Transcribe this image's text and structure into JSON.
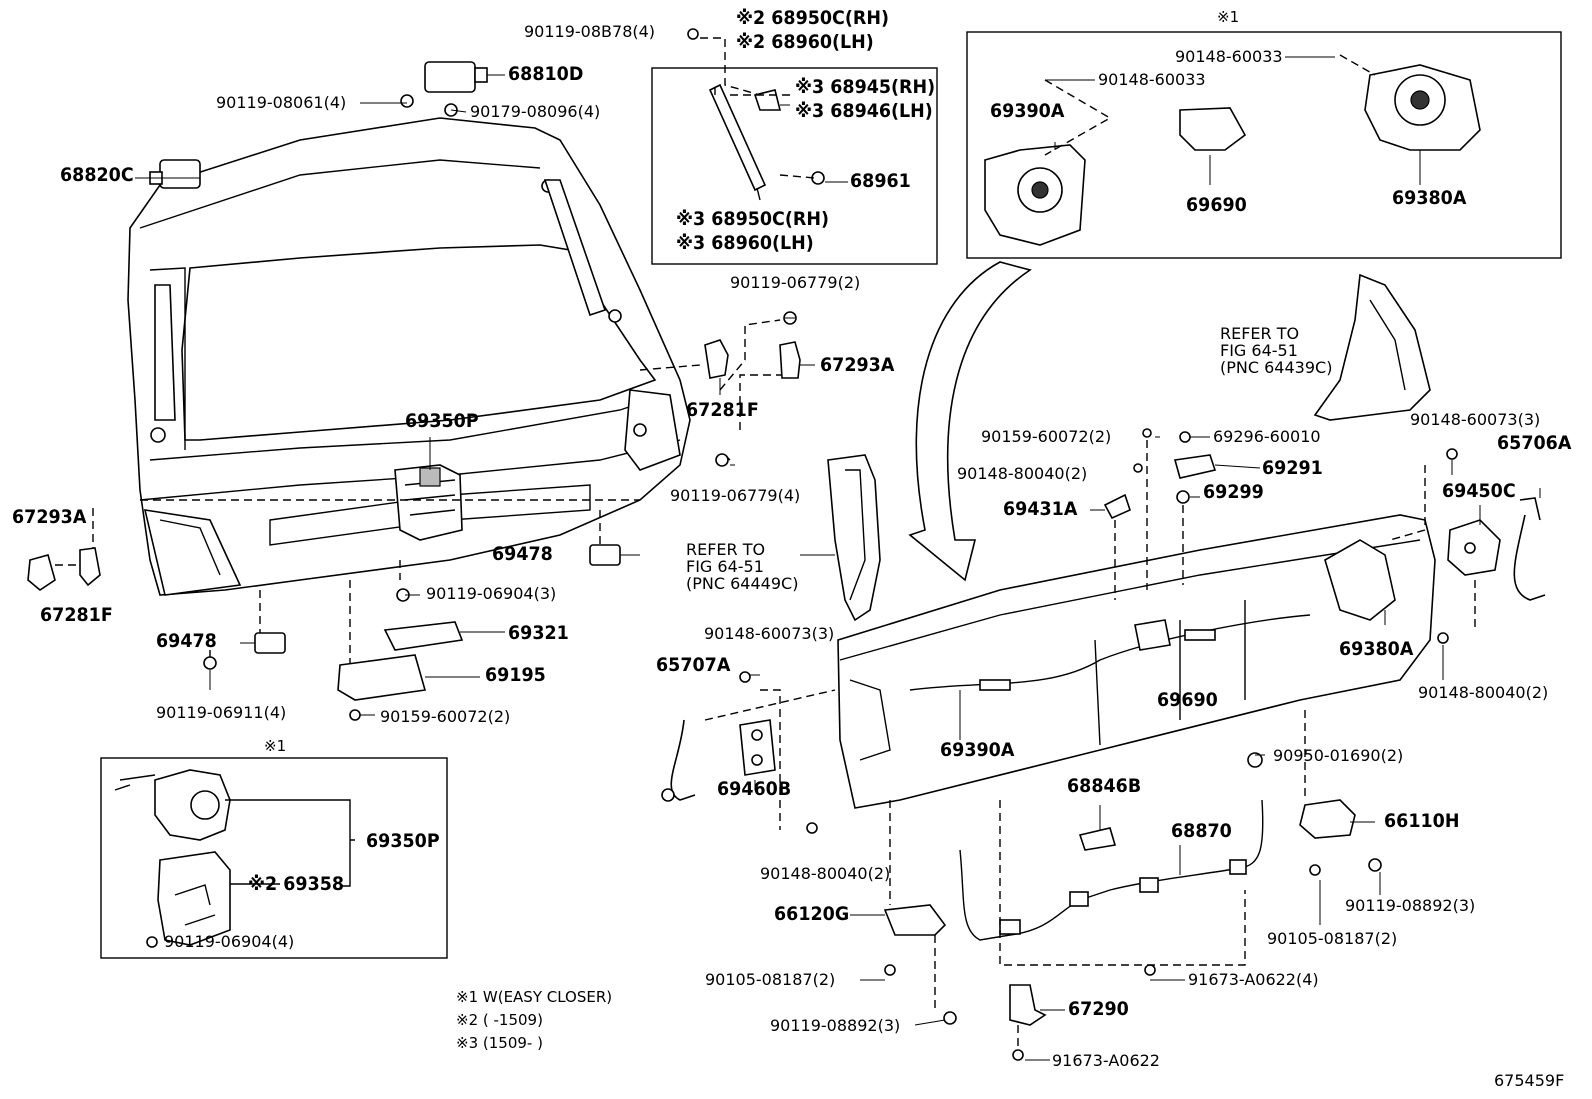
{
  "diagram": {
    "ref_code": "675459F",
    "notes": [
      "※1 W(EASY CLOSER)",
      "※2 (      -1509)",
      "※3 (1509-      )"
    ],
    "box_labels": {
      "top_box": "※1",
      "bottom_box": "※1"
    },
    "refer_left": [
      "REFER TO",
      "FIG 64-51",
      "(PNC 64449C)"
    ],
    "refer_right": [
      "REFER TO",
      "FIG 64-51",
      "(PNC 64439C)"
    ],
    "callouts": {
      "p1": "90119-08B78(4)",
      "p2": "※2 68950C(RH)",
      "p3": "※2 68960(LH)",
      "p4": "68810D",
      "p5": "90119-08061(4)",
      "p6": "90179-08096(4)",
      "p7": "68820C",
      "p8": "※3 68945(RH)",
      "p9": "※3 68946(LH)",
      "p10": "68961",
      "p11": "※3 68950C(RH)",
      "p12": "※3 68960(LH)",
      "p13": "90148-60033",
      "p14": "90148-60033",
      "p15": "69390A",
      "p16": "69690",
      "p17": "69380A",
      "p18": "90119-06779(2)",
      "p19": "67293A",
      "p20": "67281F",
      "p21": "69350P",
      "p22": "90119-06779(4)",
      "p23": "67293A",
      "p24": "67281F",
      "p25": "69478",
      "p26": "90119-06904(3)",
      "p27": "69478",
      "p28": "69321",
      "p29": "69195",
      "p30": "90119-06911(4)",
      "p31": "90159-60072(2)",
      "p32": "69350P",
      "p33": "※2 69358",
      "p34": "90119-06904(4)",
      "p35": "90159-60072(2)",
      "p36": "69296-60010",
      "p37": "90148-80040(2)",
      "p38": "69291",
      "p39": "69299",
      "p40": "69431A",
      "p41": "90148-60073(3)",
      "p42": "65706A",
      "p43": "69450C",
      "p44": "90148-60073(3)",
      "p45": "65707A",
      "p46": "69390A",
      "p47": "69690",
      "p48": "69380A",
      "p49": "90148-80040(2)",
      "p50": "69460B",
      "p51": "90950-01690(2)",
      "p52": "90148-80040(2)",
      "p53": "68846B",
      "p54": "68870",
      "p55": "66110H",
      "p56": "90119-08892(3)",
      "p57": "66120G",
      "p58": "90105-08187(2)",
      "p59": "90105-08187(2)",
      "p60": "91673-A0622(4)",
      "p61": "90119-08892(3)",
      "p62": "67290",
      "p63": "91673-A0622"
    }
  }
}
